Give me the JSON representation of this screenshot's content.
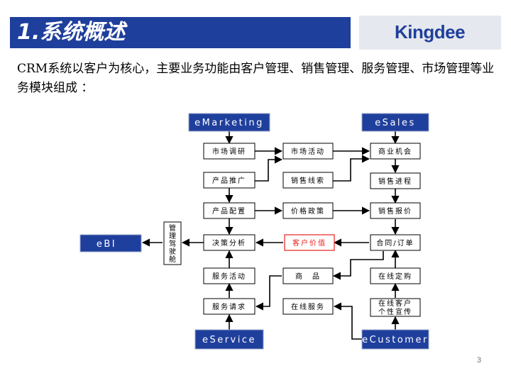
{
  "header": {
    "title": "1.系统概述",
    "logo": "Kingdee"
  },
  "intro": "CRM系统以客户为核心，主要业务功能由客户管理、销售管理、服务管理、市场管理等业务模块组成 ：",
  "diagram": {
    "modules": {
      "emarketing": "eMarketing",
      "esales": "eSales",
      "ebi": "eBI",
      "eservice": "eService",
      "ecustomer": "eCustomer"
    },
    "nodes": {
      "market_research": "市场调研",
      "product_promotion": "产品推广",
      "product_config": "产品配置",
      "decision_analysis": "决策分析",
      "service_activity": "服务活动",
      "service_request": "服务请求",
      "market_activity": "市场活动",
      "sales_lead": "销售线索",
      "price_policy": "价格政策",
      "customer_value": "客户价值",
      "product": "商　品",
      "online_service": "在线服务",
      "business_opportunity": "商业机会",
      "sales_process": "销售进程",
      "sales_quote": "销售报价",
      "contract_order": "合同/订单",
      "online_order": "在线定购",
      "personal_promotion_1": "在线客户",
      "personal_promotion_2": "个性宣传",
      "management_cockpit": "管理驾驶舱"
    },
    "colors": {
      "module_fill": "#1f3f9c",
      "highlight": "#e8201c"
    }
  },
  "page_number": "3"
}
